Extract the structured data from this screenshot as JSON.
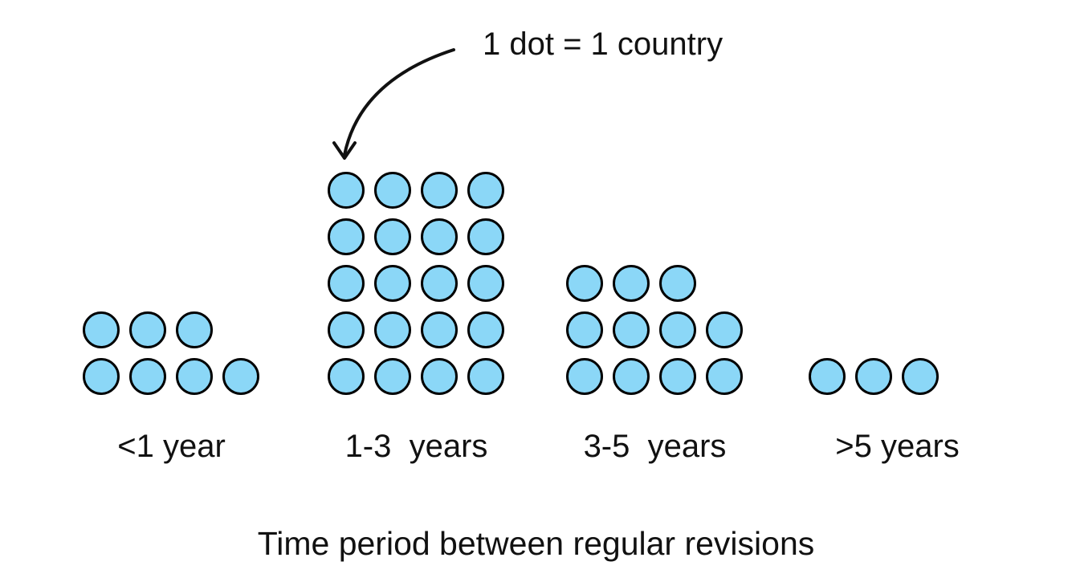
{
  "chart_data": {
    "type": "dot_plot",
    "title": "Time period between regular revisions",
    "legend": "1 dot = 1 country",
    "categories": [
      "<1 year",
      "1-3  years",
      "3-5  years",
      ">5 years"
    ],
    "values": [
      7,
      20,
      11,
      3
    ],
    "series": [
      {
        "name": "countries",
        "values": [
          7,
          20,
          11,
          3
        ]
      }
    ],
    "dots_per_row": 4,
    "dot_color": "#8BD7F7",
    "dot_border_color": "#000000",
    "text_color": "#111111",
    "background_color": "#ffffff",
    "layout_hint": "dots fill bottom-up in rows of 4, partial top row left-aligned; legend with curved arrow points to tallest column; category labels below dots; title at bottom center"
  }
}
